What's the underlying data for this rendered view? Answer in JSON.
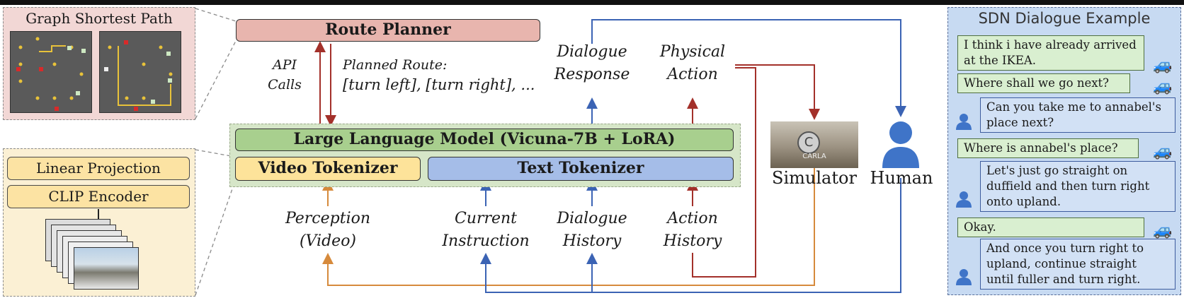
{
  "graph_shortest_path": {
    "title": "Graph Shortest Path"
  },
  "encoder": {
    "linear_projection": "Linear Projection",
    "clip_encoder": "CLIP Encoder"
  },
  "route_planner": {
    "label": "Route Planner"
  },
  "api_calls": {
    "line1": "API",
    "line2": "Calls"
  },
  "planned_route": {
    "line1": "Planned Route:",
    "line2": "[turn left], [turn right], ..."
  },
  "outputs": {
    "dialogue_response": {
      "line1": "Dialogue",
      "line2": "Response"
    },
    "physical_action": {
      "line1": "Physical",
      "line2": "Action"
    }
  },
  "llm": {
    "label": "Large Language Model (Vicuna-7B + LoRA)"
  },
  "video_tokenizer": {
    "label": "Video Tokenizer"
  },
  "text_tokenizer": {
    "label": "Text Tokenizer"
  },
  "inputs": {
    "perception": {
      "line1": "Perception",
      "line2": "(Video)"
    },
    "current_instruction": {
      "line1": "Current",
      "line2": "Instruction"
    },
    "dialogue_history": {
      "line1": "Dialogue",
      "line2": "History"
    },
    "action_history": {
      "line1": "Action",
      "line2": "History"
    }
  },
  "simulator": {
    "label": "Simulator",
    "logo_text": "CARLA"
  },
  "human": {
    "label": "Human"
  },
  "sdn_example": {
    "title": "SDN Dialogue Example",
    "messages": [
      {
        "speaker": "car",
        "text_lines": [
          "I think i have already arrived",
          "at the IKEA."
        ]
      },
      {
        "speaker": "car",
        "text_lines": [
          "Where shall we go next?"
        ]
      },
      {
        "speaker": "human",
        "text_lines": [
          "Can you take me to annabel's",
          "place next?"
        ]
      },
      {
        "speaker": "car",
        "text_lines": [
          "Where is annabel's place?"
        ]
      },
      {
        "speaker": "human",
        "text_lines": [
          "Let's just go straight on",
          "duffield and then turn right",
          "onto upland."
        ]
      },
      {
        "speaker": "car",
        "text_lines": [
          "Okay."
        ]
      },
      {
        "speaker": "human",
        "text_lines": [
          "And once you turn right to",
          "upland, continue straight",
          "until fuller and turn right."
        ]
      }
    ]
  },
  "colors": {
    "red_arrow": "#a3302a",
    "blue_arrow": "#3b63b4",
    "orange_arrow": "#d68a3c",
    "llm_green": "#a8cf8e",
    "video_yellow": "#fde39a",
    "text_blue": "#a5bde8",
    "route_pink": "#e8b5ae"
  }
}
